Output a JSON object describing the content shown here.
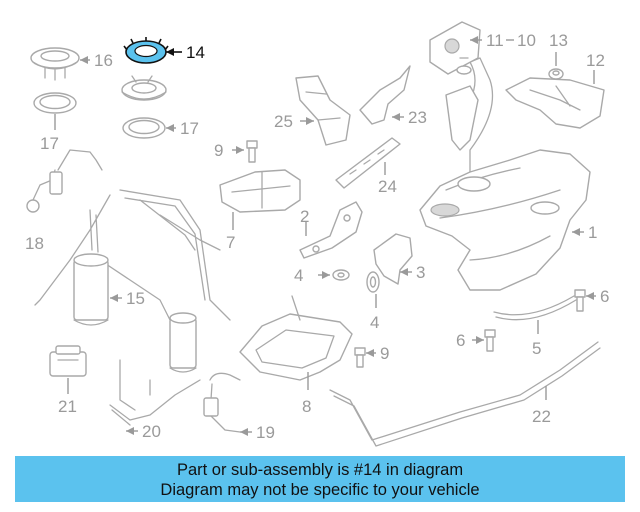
{
  "callouts": {
    "c1": "1",
    "c2": "2",
    "c3": "3",
    "c4a": "4",
    "c4b": "4",
    "c5": "5",
    "c6a": "6",
    "c6b": "6",
    "c7": "7",
    "c8": "8",
    "c9a": "9",
    "c9b": "9",
    "c10": "10",
    "c11": "11",
    "c12": "12",
    "c13": "13",
    "c14": "14",
    "c15": "15",
    "c16": "16",
    "c17a": "17",
    "c17b": "17",
    "c18": "18",
    "c19": "19",
    "c20": "20",
    "c21": "21",
    "c22": "22",
    "c23": "23",
    "c24": "24",
    "c25": "25"
  },
  "highlight": {
    "part": "14",
    "color": "#5bc2ee"
  },
  "banner": {
    "line1": "Part or sub-assembly is #14 in diagram",
    "line2": "Diagram may not be specific to your vehicle"
  }
}
